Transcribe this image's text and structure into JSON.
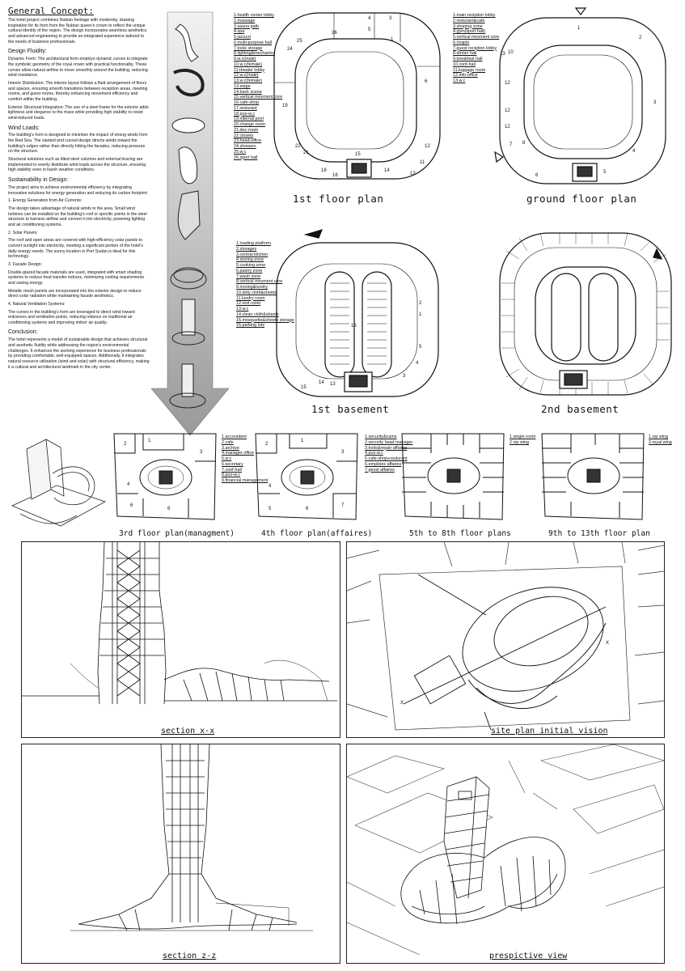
{
  "concept": {
    "title": "General Concept:",
    "intro": "The hotel project combines Nubian heritage with modernity, drawing inspiration for its form from the Nubian queen's crown to reflect the unique cultural identity of the region. The design incorporates seamless aesthetics and advanced engineering to provide an integrated experience tailored to the needs of business professionals.",
    "fluidity_title": "Design Fluidity:",
    "fluidity_1": "Dynamic Form: The architectural form employs dynamic curves to integrate the symbolic geometry of the royal crown with practical functionality. These curves allow natural airflow to move smoothly around the building, reducing wind resistance.",
    "fluidity_2": "Interior Distribution: The interior layout follows a fluid arrangement of floors and spaces, ensuring smooth transitions between reception areas, meeting rooms, and guest rooms, thereby enhancing movement efficiency and comfort within the building.",
    "fluidity_3": "Exterior Structural Integration: The use of a steel frame for the exterior adds lightness and elegance to the mass while providing high stability to resist wind-induced loads.",
    "wind_title": "Wind Loads:",
    "wind_1": "The building's form is designed to minimize the impact of strong winds from the Red Sea. The slanted and curved design directs winds toward the building's edges rather than directly hitting the facades, reducing pressure on the structure.",
    "wind_2": "Structural solutions such as tilted steel columns and external bracing are implemented to evenly distribute wind loads across the structure, ensuring high stability even in harsh weather conditions.",
    "sust_title": "Sustainability in Design:",
    "sust_intro": "The project aims to achieve environmental efficiency by integrating innovative solutions for energy generation and reducing its carbon footprint:",
    "sust_1_h": "1. Energy Generation from Air Currents:",
    "sust_1": "The design takes advantage of natural winds in the area. Small wind turbines can be installed on the building's roof or specific points in the steel structure to harness airflow and convert it into electricity, powering lighting and air conditioning systems.",
    "sust_2_h": "2. Solar Panels:",
    "sust_2": "The roof and open areas are covered with high-efficiency solar panels to convert sunlight into electricity, meeting a significant portion of the hotel's daily energy needs. The sunny location in Port Sudan is ideal for this technology.",
    "sust_3_h": "3. Facade Design:",
    "sust_3a": "Double-glazed facade materials are used, integrated with smart shading systems to reduce heat transfer indoors, minimizing cooling requirements and saving energy.",
    "sust_3b": "Metallic mesh panels are incorporated into the exterior design to reduce direct solar radiation while maintaining facade aesthetics.",
    "sust_4_h": "4. Natural Ventilation Systems:",
    "sust_4": "The curves in the building's form are leveraged to direct wind toward entrances and ventilation points, reducing reliance on traditional air conditioning systems and improving indoor air quality.",
    "conclusion_title": "Conclusion:",
    "conclusion": "The hotel represents a model of sustainable design that achieves structural and aesthetic fluidity while addressing the region's environmental challenges. It enhances the working experience for business professionals by providing comfortable, well-equipped spaces. Additionally, it integrates natural resource utilization (wind and solar) with structural efficiency, making it a cultural and architectural landmark in the city center."
  },
  "legend_1st_floor": [
    "1.health center lobby",
    "2.massage",
    "3.sauna path",
    "4.spa",
    "5.jacuzzi",
    "6.multi-purpose hall",
    "7.tools storage",
    "8.lighting&mechanics",
    "9.w.c(male)",
    "10.w.c(female)",
    "11.theater lobby",
    "12.w.c(male)",
    "13.w.c(female)",
    "13.stage",
    "14.back scene",
    "15.vertical movment core",
    "16.cafe-shop",
    "17.resturant",
    "18.puo-w.c",
    "19.internal pool",
    "20.change room",
    "21.doc-room",
    "22.closets",
    "23.head-office",
    "24.showers",
    "25.w.c",
    "26.sport hall"
  ],
  "legend_ground": [
    "1.main reciption lobby",
    "2.resturant&cafe",
    "3.shoping zone",
    "4.gym(sport hall)",
    "5.vertical movment core",
    "6.chaple",
    "7.guest reciption lobby",
    "8.dinner hall",
    "9.breakfast hall",
    "10.conf-hall",
    "11.luggage room",
    "12.info-office",
    "13.w.c"
  ],
  "legend_basement": [
    "1.loading platform",
    "2.storages",
    "3.central kitchen",
    "4.storing-zone",
    "5.cooking zone",
    "6.pastry zone",
    "7.wash zone",
    "8.vertical movment core",
    "9.ironing&lundry",
    "10.dirty cloth&sheets",
    "11.lundry room",
    "12.rest room",
    "13.w.c",
    "14.clean cloth&sheets",
    "15.mosquette&sheets storage",
    "16.parking lots"
  ],
  "legend_3rd": [
    "1.accountent",
    "2.cafe",
    "3.archive",
    "4.manager office",
    "5.w.c",
    "6.secretary",
    "7.conf-hall",
    "8.puo-w.c",
    "9.financial management"
  ],
  "legend_4th": [
    "1.security&cams",
    "2.security head manager",
    "3.tools&repair affaires",
    "4.puo.w.c",
    "5.cafe-shop+resturant",
    "6.emploies affaires",
    "7.geust affaires"
  ],
  "legend_5th": [
    "1.single room",
    "2.vip wing"
  ],
  "legend_9th": [
    "1.vip wing",
    "2.royal wing"
  ],
  "titles": {
    "first_floor": "1st floor plan",
    "ground_floor": "ground floor plan",
    "first_basement": "1st basement",
    "second_basement": "2nd basement",
    "third_floor": "3rd floor plan(managment)",
    "fourth_floor": "4th floor plan(affaires)",
    "fifth_floor": "5th to 8th floor plans",
    "ninth_floor": "9th to 13th floor plan",
    "section_xx": "section x-x",
    "site_plan": "site plan initial vision",
    "section_zz": "section z-z",
    "perspective": "prespictive view"
  },
  "section_marks": {
    "x": "X"
  }
}
